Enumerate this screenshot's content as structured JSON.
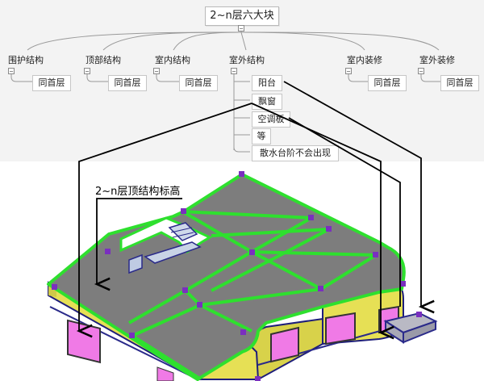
{
  "mindmap": {
    "root": "2~n层六大块",
    "toggle_symbol": "−",
    "branches": [
      {
        "label": "围护结构",
        "child": "同首层"
      },
      {
        "label": "顶部结构",
        "child": "同首层"
      },
      {
        "label": "室内结构",
        "child": "同首层"
      },
      {
        "label": "室外结构",
        "children": [
          "阳台",
          "飘窗",
          "空调板",
          "等",
          "散水台阶不会出现"
        ]
      },
      {
        "label": "室内装修",
        "child": "同首层"
      },
      {
        "label": "室外装修",
        "child": "同首层"
      }
    ]
  },
  "model": {
    "annotation": "2~n层顶结构标高",
    "colors": {
      "slab": "#7d7d7d",
      "beam": "#2ee02e",
      "column_marker": "#7a2fbf",
      "wall": "#e7e25a",
      "window": "#f07ae6",
      "edge": "#2a2a8a"
    }
  }
}
